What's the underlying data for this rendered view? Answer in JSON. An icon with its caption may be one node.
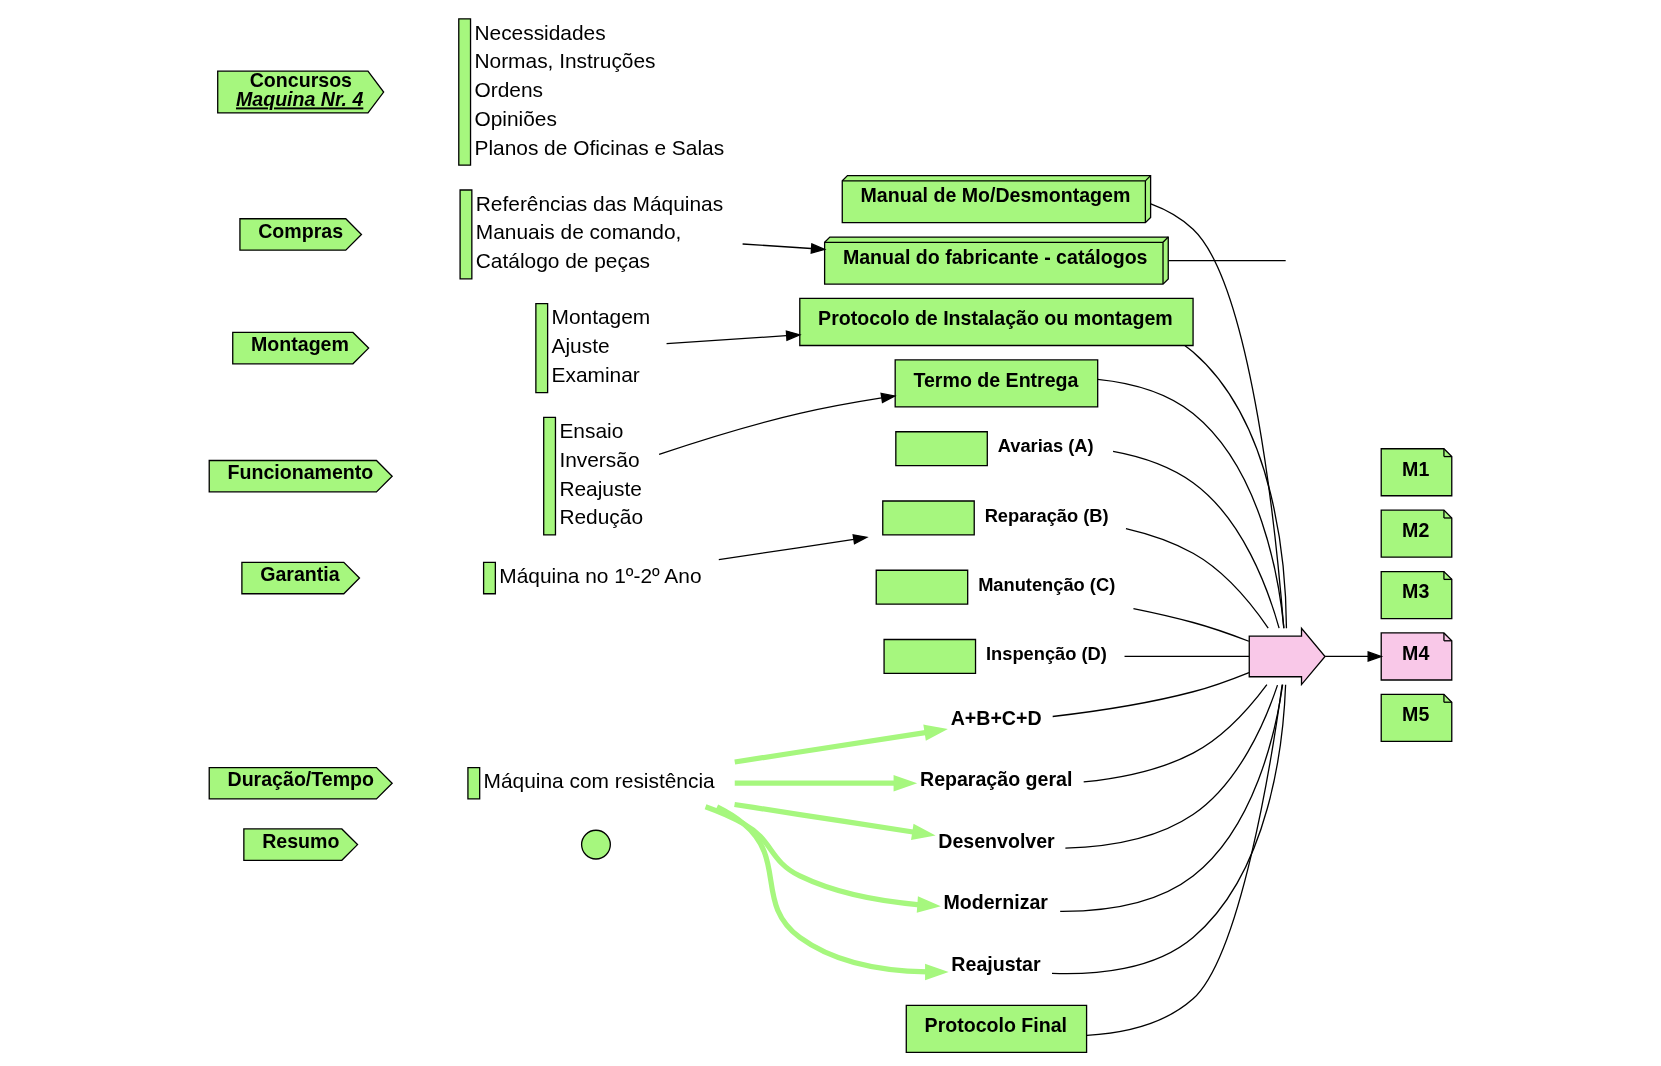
{
  "diagram": {
    "nodes": [
      {
        "text": [
          "Concursos",
          "Maquina Nr. 4"
        ]
      },
      {
        "text": [
          "Necessidades",
          "Normas, Instruções",
          "Ordens",
          "Opiniões",
          "Planos de Oficinas e Salas"
        ]
      },
      {
        "text": [
          "Compras"
        ]
      },
      {
        "text": [
          "Referências das Máquinas",
          "Manuais de comando,",
          "Catálogo de peças"
        ]
      },
      {
        "text": [
          "Montagem"
        ]
      },
      {
        "text": [
          "Montagem",
          "Ajuste",
          "Examinar"
        ]
      },
      {
        "text": [
          "Funcionamento"
        ]
      },
      {
        "text": [
          "Ensaio",
          "Inversão",
          "Reajuste",
          "Redução"
        ]
      },
      {
        "text": [
          "Garantia"
        ]
      },
      {
        "text": [
          "Máquina no 1º-2º Ano"
        ]
      },
      {
        "text": [
          "Duração/Tempo"
        ]
      },
      {
        "text": [
          "Máquina com resistência"
        ]
      },
      {
        "text": [
          "Resumo"
        ]
      },
      {
        "text": [],
        "shape": "circle"
      },
      {
        "text": [
          "Manual de Mo/Desmontagem"
        ]
      },
      {
        "text": [
          "Manual do fabricante - catálogos"
        ]
      },
      {
        "text": [
          "Protocolo de Instalação ou montagem"
        ]
      },
      {
        "text": [
          "Termo de Entrega"
        ]
      },
      {
        "text": [],
        "shape": "document",
        "beside": [
          "Avarias (A)"
        ]
      },
      {
        "text": [],
        "shape": "document",
        "beside": [
          "Reparação (B)"
        ]
      },
      {
        "text": [],
        "shape": "document",
        "beside": [
          "Manutenção (C)"
        ]
      },
      {
        "text": [],
        "shape": "document",
        "beside": [
          "Inspenção (D)"
        ]
      },
      {
        "text": [
          "A+B+C+D"
        ]
      },
      {
        "text": [
          "Reparação geral"
        ]
      },
      {
        "text": [
          "Desenvolver"
        ]
      },
      {
        "text": [
          "Modernizar"
        ]
      },
      {
        "text": [
          "Reajustar"
        ]
      },
      {
        "text": [
          "Protocolo Final"
        ]
      },
      {
        "text": [
          "M1"
        ]
      },
      {
        "text": [
          "M2"
        ]
      },
      {
        "text": [
          "M3"
        ]
      },
      {
        "text": [
          "M4"
        ]
      },
      {
        "text": [
          "M5"
        ]
      },
      {
        "text": [],
        "shape": "arrow"
      }
    ],
    "edges": [
      {
        "from": 3,
        "to": 15,
        "arrow": "to"
      },
      {
        "from": 5,
        "to": 16,
        "arrow": "to"
      },
      {
        "from": 7,
        "to": 17,
        "arrow": "to"
      },
      {
        "from": 9,
        "to": 19,
        "arrow": "to"
      },
      {
        "from": 11,
        "to": 22,
        "arrow": "to",
        "style": "thick",
        "color": "#a6f77e"
      },
      {
        "from": 11,
        "to": 23,
        "arrow": "to",
        "style": "thick",
        "color": "#a6f77e"
      },
      {
        "from": 11,
        "to": 24,
        "arrow": "to",
        "style": "thick",
        "color": "#a6f77e"
      },
      {
        "from": 11,
        "to": 25,
        "arrow": "to",
        "style": "thick",
        "color": "#a6f77e"
      },
      {
        "from": 11,
        "to": 26,
        "arrow": "to",
        "style": "thick",
        "color": "#a6f77e"
      },
      {
        "from": 14,
        "to": 33,
        "arrow": "none"
      },
      {
        "from": 15,
        "to": null,
        "arrow": "none"
      },
      {
        "from": 16,
        "to": 33,
        "arrow": "none"
      },
      {
        "from": 17,
        "to": 33,
        "arrow": "none"
      },
      {
        "from": 18,
        "to": 33,
        "arrow": "none"
      },
      {
        "from": 19,
        "to": 33,
        "arrow": "none"
      },
      {
        "from": 20,
        "to": 33,
        "arrow": "none"
      },
      {
        "from": 21,
        "to": 33,
        "arrow": "none"
      },
      {
        "from": 22,
        "to": 33,
        "arrow": "none"
      },
      {
        "from": 23,
        "to": 33,
        "arrow": "none"
      },
      {
        "from": 24,
        "to": 33,
        "arrow": "none"
      },
      {
        "from": 25,
        "to": 33,
        "arrow": "none"
      },
      {
        "from": 26,
        "to": 33,
        "arrow": "none"
      },
      {
        "from": 27,
        "to": 33,
        "arrow": "none"
      },
      {
        "from": 33,
        "to": 31,
        "arrow": "to"
      }
    ]
  }
}
